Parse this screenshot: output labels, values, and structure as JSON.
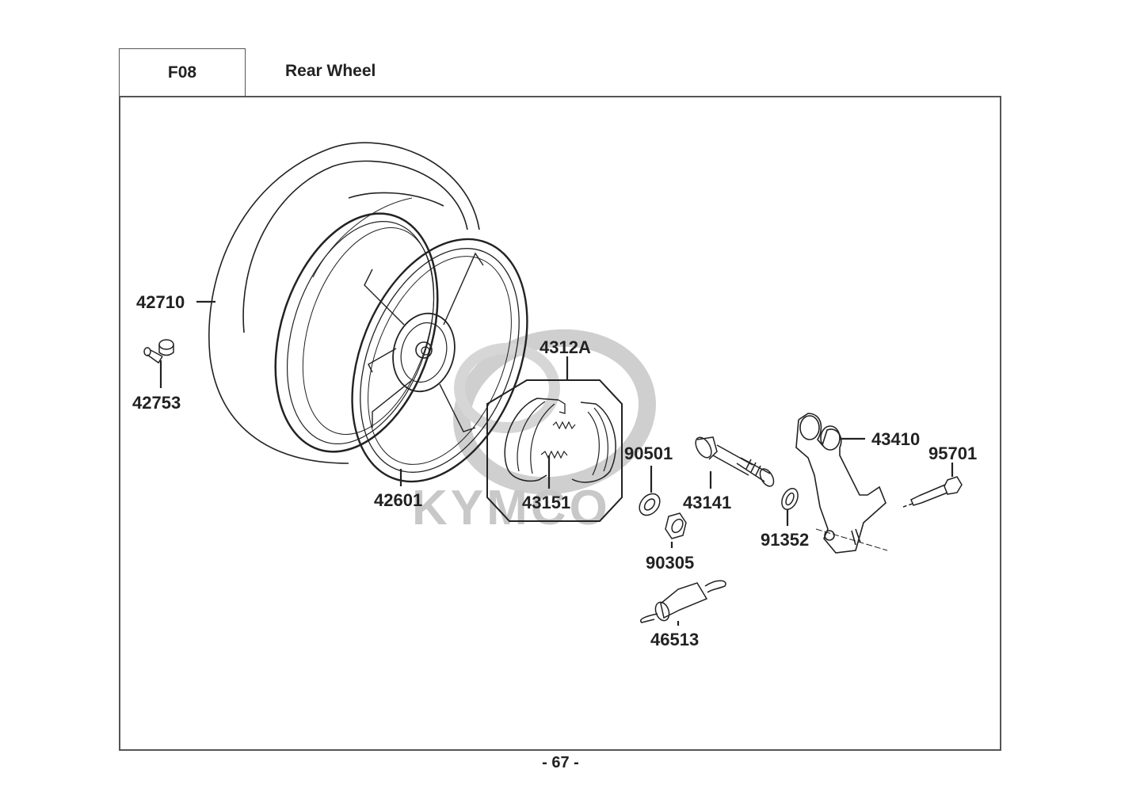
{
  "header": {
    "section_code": "F08",
    "title": "Rear Wheel"
  },
  "watermark": {
    "brand": "KYMCO",
    "color": "#c8c8c8"
  },
  "callouts": [
    {
      "id": "42710",
      "part": "tire"
    },
    {
      "id": "42753",
      "part": "valve"
    },
    {
      "id": "42601",
      "part": "rear-wheel-rim"
    },
    {
      "id": "4312A",
      "part": "brake-shoe-set"
    },
    {
      "id": "43151",
      "part": "brake-shoe-spring"
    },
    {
      "id": "90501",
      "part": "washer"
    },
    {
      "id": "43141",
      "part": "brake-cam"
    },
    {
      "id": "90305",
      "part": "nut"
    },
    {
      "id": "91352",
      "part": "seal-washer"
    },
    {
      "id": "43410",
      "part": "brake-arm"
    },
    {
      "id": "95701",
      "part": "bolt"
    },
    {
      "id": "46513",
      "part": "return-spring"
    }
  ],
  "footer": {
    "page_number": "- 67 -"
  }
}
